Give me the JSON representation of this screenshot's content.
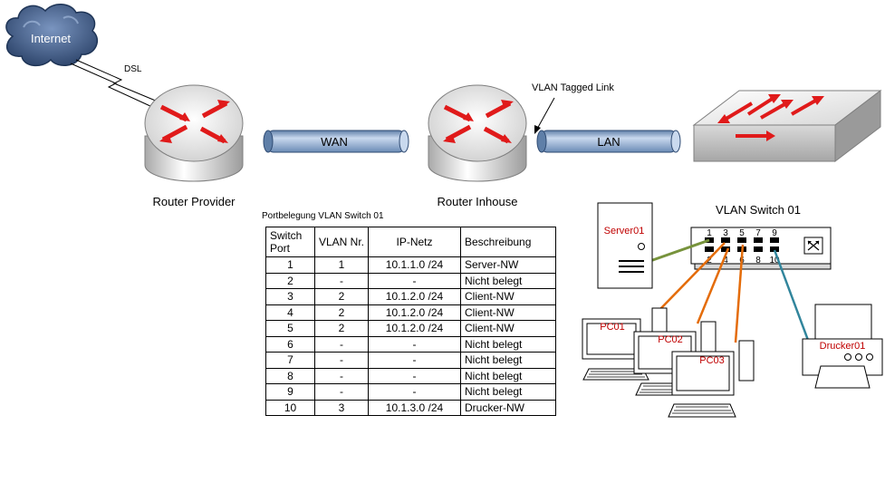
{
  "labels": {
    "internet": "Internet",
    "dsl": "DSL",
    "router_provider": "Router Provider",
    "router_inhouse": "Router Inhouse",
    "wan": "WAN",
    "lan": "LAN",
    "vlan_tagged_link": "VLAN Tagged Link",
    "vlan_switch": "VLAN Switch 01",
    "server": "Server01",
    "pc1": "PC01",
    "pc2": "PC02",
    "pc3": "PC03",
    "printer": "Drucker01"
  },
  "switch_ports": {
    "top": [
      "1",
      "3",
      "5",
      "7",
      "9"
    ],
    "bottom": [
      "2",
      "4",
      "6",
      "8",
      "10"
    ]
  },
  "table": {
    "caption": "Portbelegung VLAN Switch 01",
    "headers": {
      "port": "Switch Port",
      "vlan": "VLAN Nr.",
      "net": "IP-Netz",
      "desc": "Beschreibung"
    },
    "rows": [
      {
        "port": "1",
        "vlan": "1",
        "net": "10.1.1.0 /24",
        "desc": "Server-NW"
      },
      {
        "port": "2",
        "vlan": "-",
        "net": "-",
        "desc": "Nicht belegt"
      },
      {
        "port": "3",
        "vlan": "2",
        "net": "10.1.2.0 /24",
        "desc": "Client-NW"
      },
      {
        "port": "4",
        "vlan": "2",
        "net": "10.1.2.0 /24",
        "desc": "Client-NW"
      },
      {
        "port": "5",
        "vlan": "2",
        "net": "10.1.2.0 /24",
        "desc": "Client-NW"
      },
      {
        "port": "6",
        "vlan": "-",
        "net": "-",
        "desc": "Nicht belegt"
      },
      {
        "port": "7",
        "vlan": "-",
        "net": "-",
        "desc": "Nicht belegt"
      },
      {
        "port": "8",
        "vlan": "-",
        "net": "-",
        "desc": "Nicht belegt"
      },
      {
        "port": "9",
        "vlan": "-",
        "net": "-",
        "desc": "Nicht belegt"
      },
      {
        "port": "10",
        "vlan": "3",
        "net": "10.1.3.0 /24",
        "desc": "Drucker-NW"
      }
    ]
  },
  "colors": {
    "server_link": "#77933c",
    "client_link": "#e46c0a",
    "printer_link": "#31859c",
    "arrow_red": "#e01a1a",
    "cable_blue": "#95b3d7",
    "cloud": "#3d5a80"
  }
}
